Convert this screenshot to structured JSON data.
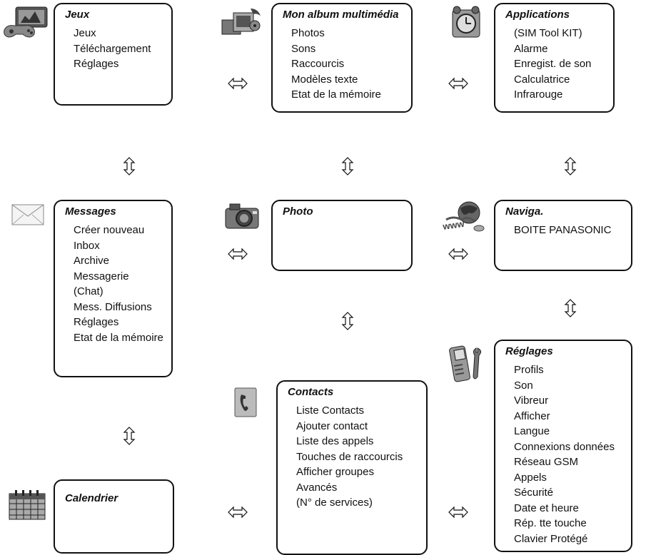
{
  "menus": {
    "jeux": {
      "title": "Jeux",
      "items": [
        "Jeux",
        "Téléchargement",
        "Réglages"
      ]
    },
    "album": {
      "title": "Mon album multimédia",
      "items": [
        "Photos",
        "Sons",
        "Raccourcis",
        "Modèles texte",
        "Etat de la mémoire"
      ]
    },
    "applications": {
      "title": "Applications",
      "items": [
        "(SIM Tool KIT)",
        "Alarme",
        "Enregist. de son",
        "Calculatrice",
        "Infrarouge"
      ]
    },
    "messages": {
      "title": "Messages",
      "items": [
        "Créer nouveau",
        "Inbox",
        "Archive",
        "Messagerie",
        "(Chat)",
        "Mess. Diffusions",
        "Réglages",
        "Etat de la mémoire"
      ]
    },
    "photo": {
      "title": "Photo",
      "items": []
    },
    "naviga": {
      "title": "Naviga.",
      "items": [
        "BOITE PANASONIC"
      ]
    },
    "reglages": {
      "title": "Réglages",
      "items": [
        "Profils",
        "Son",
        "Vibreur",
        "Afficher",
        "Langue",
        "Connexions données",
        "Réseau GSM",
        "Appels",
        "Sécurité",
        "Date et heure",
        "Rép. tte touche",
        "Clavier Protégé"
      ]
    },
    "contacts": {
      "title": "Contacts",
      "items": [
        "Liste Contacts",
        "Ajouter contact",
        "Liste des appels",
        "Touches de raccourcis",
        "Afficher groupes",
        "Avancés",
        "(N° de services)"
      ]
    },
    "calendrier": {
      "title": "Calendrier",
      "items": []
    }
  },
  "icons": [
    "gamepad-icon",
    "multimedia-album-icon",
    "alarm-clock-icon",
    "envelope-icon",
    "camera-icon",
    "globe-www-icon",
    "phone-wrench-icon",
    "phone-handset-icon",
    "calendar-icon"
  ]
}
